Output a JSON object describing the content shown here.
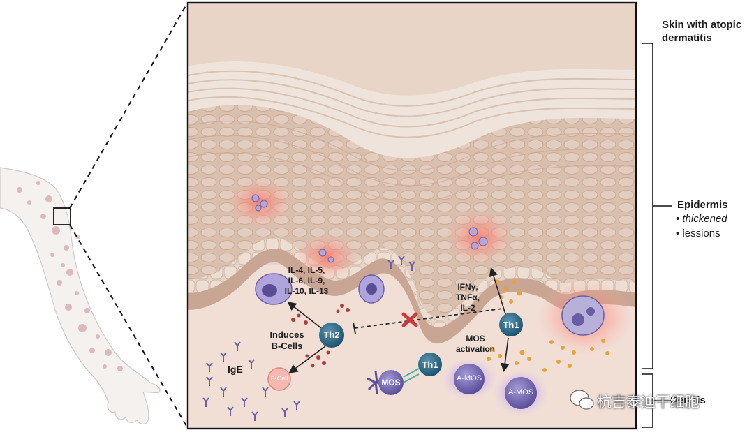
{
  "labels": {
    "skin_title_line1": "Skin with atopic",
    "skin_title_line2": "dermatitis",
    "epidermis": "Epidermis",
    "bullet_thickened": "thickened",
    "bullet_lessions": "lessions",
    "dermis": "Dermis",
    "cytokines_th2": [
      "IL-4, IL-5,",
      "IL-6, IL-9,",
      "IL-10, IL-13"
    ],
    "cytokines_th1": [
      "IFNγ,",
      "TNFα,",
      "IL-2"
    ],
    "induces_line1": "Induces",
    "induces_line2": "B-Cells",
    "ige": "IgE",
    "bcell": "B-Cell",
    "th2": "Th2",
    "th1_upper": "Th1",
    "th1_lower": "Th1",
    "mos": "MOS",
    "mos_activation_line1": "MOS",
    "mos_activation_line2": "activation",
    "amos_left": "A-MOS",
    "amos_right": "A-MOS",
    "watermark": "杭吉泰迪干细胞"
  },
  "colors": {
    "skin": "#e9d5c8",
    "epidermis": "#d8bba9",
    "cornified": "#efe4dc",
    "dermis": "#f1dfd6",
    "th_cell": "#2f6a86",
    "mos_purple": "#7e6fb8",
    "inflammation": "#f4837a",
    "antibody": "#6c5fa6"
  }
}
